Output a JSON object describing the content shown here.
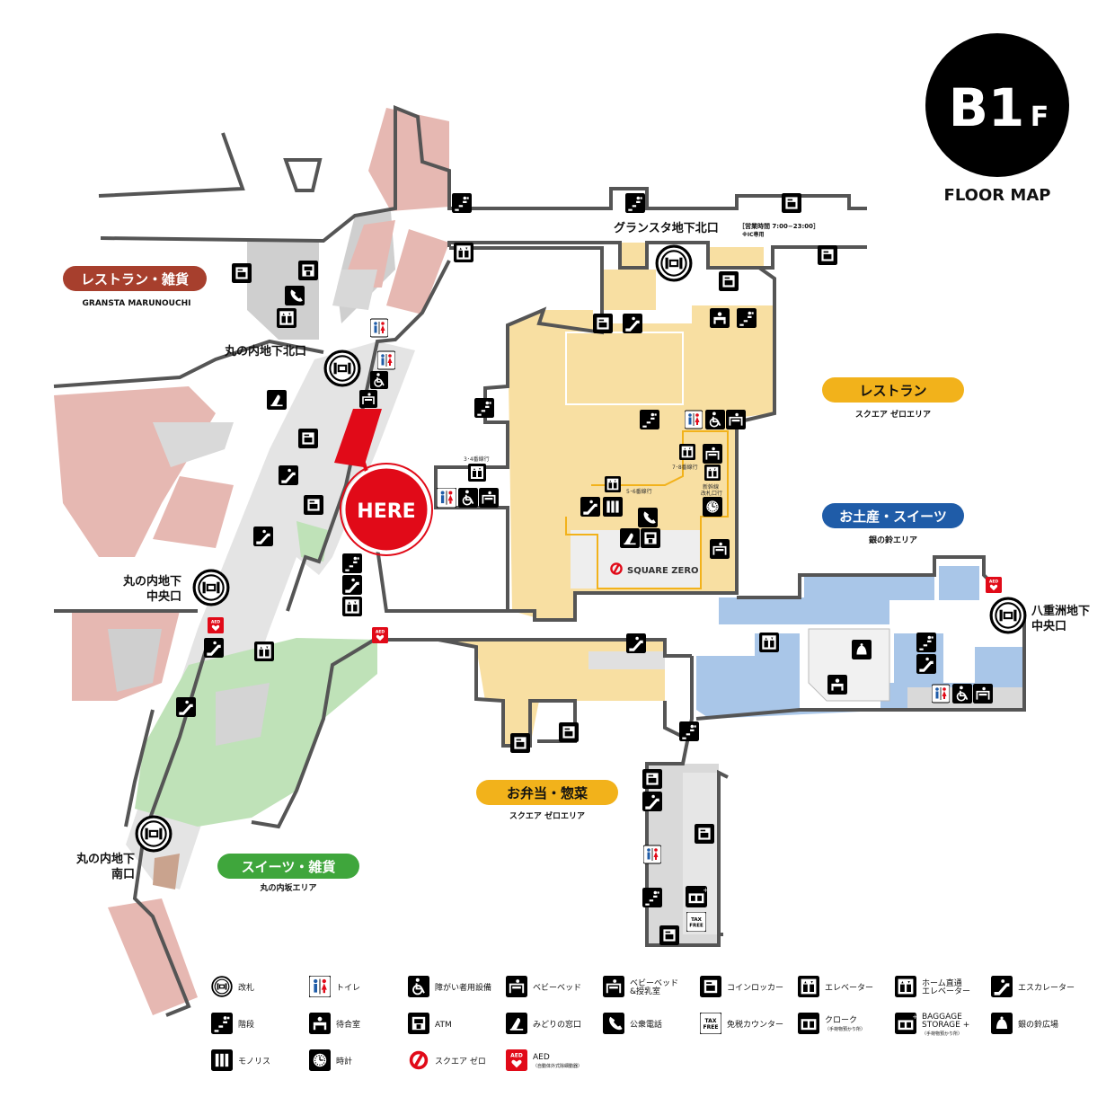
{
  "floor": {
    "label_big": "B1",
    "label_small": "F",
    "caption": "FLOOR MAP"
  },
  "here_label": "HERE",
  "colors": {
    "restaurant_marunouchi": "#a73f2d",
    "restaurant_square_zero": "#f2b21b",
    "souvenir_sweets": "#1f5ca8",
    "sweets_goods": "#3fa63c",
    "bento": "#f2b21b",
    "here_marker": "#e10a18",
    "shop_pink": "#e6b8b2",
    "shop_yellow": "#f8dfa2",
    "shop_blue": "#a9c6e8",
    "shop_green": "#bfe2b8",
    "corridor_gray": "#c9c9c9"
  },
  "zones": {
    "gransta_marunouchi": {
      "name": "レストラン・雑貨",
      "sub": "GRANSTA MARUNOUCHI"
    },
    "restaurant": {
      "name": "レストラン",
      "sub": "スクエア ゼロエリア"
    },
    "souvenir": {
      "name": "お土産・スイーツ",
      "sub": "銀の鈴エリア"
    },
    "bento": {
      "name": "お弁当・惣菜",
      "sub": "スクエア ゼロエリア"
    },
    "sweets": {
      "name": "スイーツ・雑貨",
      "sub": "丸の内坂エリア"
    }
  },
  "gates": {
    "gransta_north": {
      "name": "グランスタ地下北口",
      "hours": "［営業時間 7:00−23:00］",
      "note": "※IC専用"
    },
    "marunouchi_north": {
      "name": "丸の内地下北口"
    },
    "marunouchi_central": {
      "line1": "丸の内地下",
      "line2": "中央口"
    },
    "marunouchi_south": {
      "line1": "丸の内地下",
      "line2": "南口"
    },
    "yaesu_central": {
      "line1": "八重洲地下",
      "line2": "中央口"
    }
  },
  "platform_labels": {
    "p34": "3･4番線行",
    "p56": "5･6番線行",
    "p78": "7･8番線行",
    "shinkansen_line1": "新幹線",
    "shinkansen_line2": "改札口行"
  },
  "brand": {
    "square_zero": "SQUARE ZERO"
  },
  "legend": [
    {
      "icon": "gate-icon",
      "label": "改札"
    },
    {
      "icon": "toilet-icon",
      "label": "トイレ"
    },
    {
      "icon": "accessible-icon",
      "label": "障がい者用設備"
    },
    {
      "icon": "baby-bed-icon",
      "label": "ベビーベッド"
    },
    {
      "icon": "nursing-room-icon",
      "label": "ベビーベッド",
      "label2": "&授乳室"
    },
    {
      "icon": "coin-locker-icon",
      "label": "コインロッカー"
    },
    {
      "icon": "elevator-icon",
      "label": "エレベーター"
    },
    {
      "icon": "platform-elevator-icon",
      "label": "ホーム直通",
      "label2": "エレベーター"
    },
    {
      "icon": "escalator-icon",
      "label": "エスカレーター"
    },
    {
      "icon": "stairs-icon",
      "label": "階段"
    },
    {
      "icon": "waiting-room-icon",
      "label": "待合室"
    },
    {
      "icon": "atm-icon",
      "label": "ATM"
    },
    {
      "icon": "ticket-office-icon",
      "label": "みどりの窓口"
    },
    {
      "icon": "phone-icon",
      "label": "公衆電話"
    },
    {
      "icon": "tax-free-icon",
      "label": "免税カウンター"
    },
    {
      "icon": "cloak-icon",
      "label": "クローク",
      "label2": "（手荷物預かり所）"
    },
    {
      "icon": "baggage-storage-icon",
      "label": "BAGGAGE",
      "label2": "STORAGE +",
      "label3": "（手荷物預かり所）"
    },
    {
      "icon": "silver-bell-icon",
      "label": "銀の鈴広場"
    },
    {
      "icon": "monolith-icon",
      "label": "モノリス"
    },
    {
      "icon": "clock-icon",
      "label": "時計"
    },
    {
      "icon": "square-zero-icon",
      "label": "スクエア ゼロ"
    },
    {
      "icon": "aed-icon",
      "label": "AED",
      "label2": "（自動体外式除細動器）"
    }
  ]
}
